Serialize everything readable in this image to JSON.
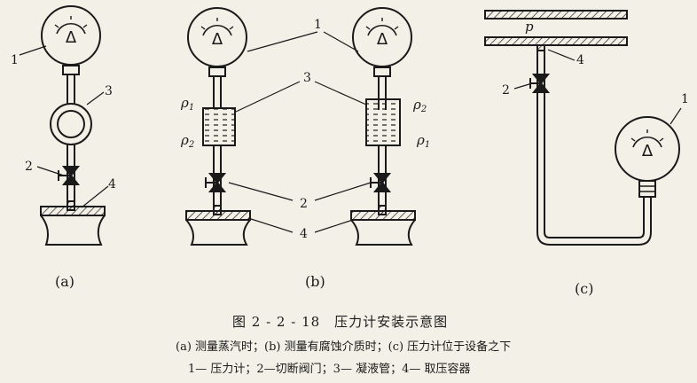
{
  "figure": {
    "number": "图 2 - 2 - 18",
    "title": "压力计安装示意图",
    "caption_line1": "(a) 测量蒸汽时；(b) 测量有腐蚀介质时；(c) 压力计位于设备之下",
    "caption_line2": "1— 压力计；2—切断阀门；3— 凝液管；4— 取压容器"
  },
  "panels": {
    "a": {
      "label": "(a)",
      "callouts": [
        "1",
        "3",
        "2",
        "4"
      ]
    },
    "b": {
      "label": "(b)",
      "callouts": [
        "1",
        "3",
        "2",
        "4"
      ],
      "densities_left": [
        "ρ",
        "1",
        "ρ",
        "2"
      ]
    },
    "c": {
      "label": "(c)",
      "callouts": [
        "1",
        "4",
        "2"
      ],
      "pressure_symbol": "p"
    },
    "b2": {
      "densities_right": [
        "ρ",
        "2",
        "ρ",
        "1"
      ]
    }
  },
  "gauge_glyph": "Δ",
  "colors": {
    "ink": "#1a1a1a",
    "paper": "#f2f0e7"
  }
}
